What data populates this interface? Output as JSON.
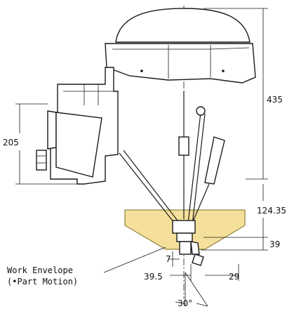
{
  "figure": {
    "dimensions": {
      "height_total": "435",
      "mount_height": "205",
      "stroke_height": "124.35",
      "envelope_depth": "39",
      "offset_small": "7",
      "tool_offset": "39.5",
      "flange_offset": "29",
      "tilt_angle": "30°"
    },
    "labels": {
      "work_envelope_line1": "Work Envelope",
      "work_envelope_line2": "(•Part Motion)"
    },
    "colors": {
      "envelope_fill": "#f4e09a",
      "envelope_stroke": "#7a6a20",
      "line": "#1a1a1a"
    }
  }
}
